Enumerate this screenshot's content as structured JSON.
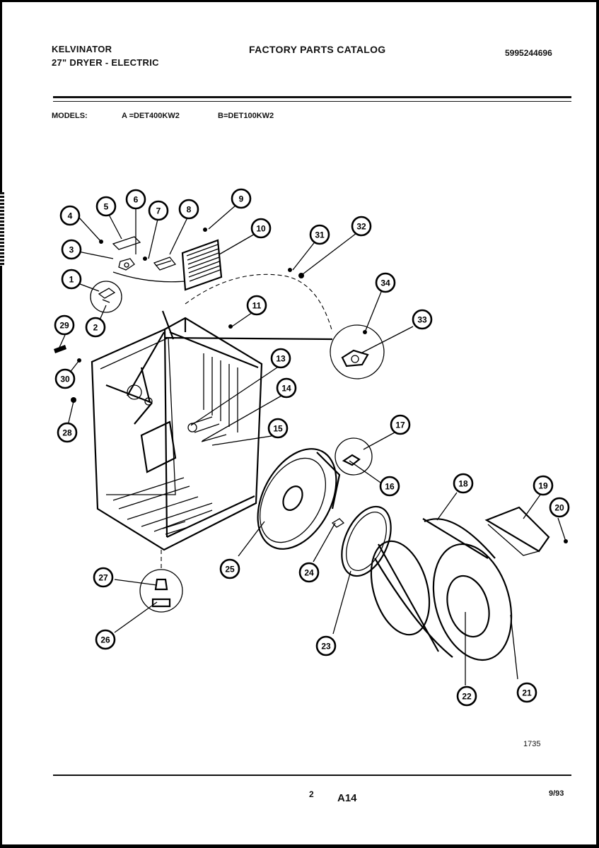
{
  "header": {
    "brand": "KELVINATOR",
    "product": "27\" DRYER - ELECTRIC",
    "catalog_title": "FACTORY PARTS CATALOG",
    "part_number": "5995244696"
  },
  "models": {
    "label": "MODELS:",
    "a": "A =DET400KW2",
    "b": "B=DET100KW2"
  },
  "callouts": [
    "1",
    "2",
    "3",
    "4",
    "5",
    "6",
    "7",
    "8",
    "9",
    "10",
    "11",
    "13",
    "14",
    "15",
    "16",
    "17",
    "18",
    "19",
    "20",
    "21",
    "22",
    "23",
    "24",
    "25",
    "26",
    "27",
    "28",
    "29",
    "30",
    "31",
    "32",
    "33",
    "34"
  ],
  "footer": {
    "figure_number": "1735",
    "page_number": "2",
    "section": "A14",
    "date": "9/93"
  }
}
